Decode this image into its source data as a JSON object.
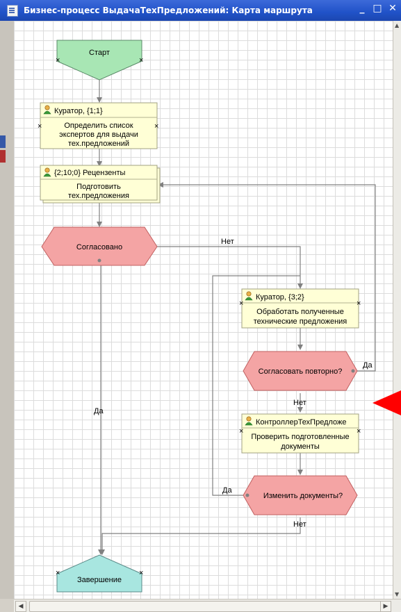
{
  "window": {
    "title": "Бизнес-процесс ВыдачаТехПредложений: Карта маршрута",
    "minimize_glyph": "_",
    "maximize_glyph": "□",
    "close_glyph": "✕"
  },
  "nodes": {
    "start": {
      "label": "Старт"
    },
    "task1": {
      "header": "Куратор, {1;1}",
      "lines": [
        "Определить список",
        "экспертов для выдачи",
        "тех.предложений"
      ]
    },
    "task2": {
      "header": "{2;10;0} Рецензенты",
      "lines": [
        "Подготовить",
        "тех.предложения"
      ]
    },
    "cond1": {
      "label": "Согласовано"
    },
    "task3": {
      "header": "Куратор, {3;2}",
      "lines": [
        "Обработать полученные",
        "технические предложения"
      ]
    },
    "cond2": {
      "label": "Согласовать повторно?"
    },
    "task4": {
      "header": "КонтроллерТехПредложе",
      "lines": [
        "Проверить подготовленные",
        "документы"
      ]
    },
    "cond3": {
      "label": "Изменить документы?"
    },
    "end": {
      "label": "Завершение"
    }
  },
  "edge_labels": {
    "cond1_no": "Нет",
    "cond1_yes": "Да",
    "cond2_yes": "Да",
    "cond2_no": "Нет",
    "cond3_yes": "Да",
    "cond3_no": "Нет"
  },
  "colors": {
    "start_fill": "#a8e6b4",
    "task_fill": "#ffffd6",
    "condition_fill": "#f4a4a4",
    "end_fill": "#a8e6e0",
    "connector": "#808080",
    "pointer_arrow": "#ff0000",
    "title_bar": "#2052c8"
  },
  "icons": {
    "user": "user-icon",
    "pointer": "red-pointer-arrow-icon"
  }
}
